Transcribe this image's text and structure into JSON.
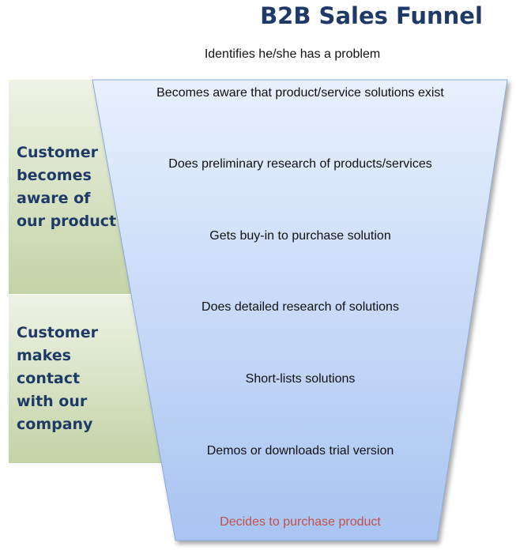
{
  "title": "B2B Sales Funnel",
  "top_step": "Identifies he/she has a problem",
  "stages": [
    {
      "label": "Customer\nbecomes\naware of\nour product"
    },
    {
      "label": "Customer\nmakes\ncontact\nwith our\ncompany"
    }
  ],
  "steps": [
    "Becomes aware that product/service solutions exist",
    "Does preliminary research of products/services",
    "Gets buy-in to purchase solution",
    "Does detailed research of solutions",
    "Short-lists solutions",
    "Demos or downloads trial version"
  ],
  "final_step": "Decides to purchase product",
  "colors": {
    "title": "#1f3a66",
    "funnel_top": "#e8f0fd",
    "funnel_bottom": "#a9c4f2",
    "stage_green": "#c3d3a6",
    "final_step": "#c0504d"
  }
}
